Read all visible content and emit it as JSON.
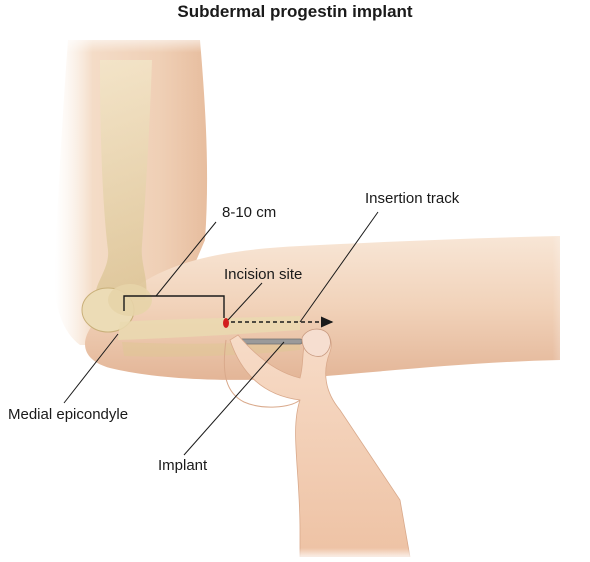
{
  "title": "Subdermal progestin implant",
  "labels": {
    "distance": "8-10 cm",
    "insertion_track": "Insertion track",
    "incision_site": "Incision site",
    "medial_epicondyle": "Medial epicondyle",
    "implant": "Implant"
  },
  "colors": {
    "skin_light": "#f6e4d4",
    "skin_mid": "#efcbb0",
    "skin_shadow": "#dfa98a",
    "bone": "#e9d9b4",
    "bone_shadow": "#c9b07a",
    "incision": "#d21e1e",
    "implant": "#9a9a9a",
    "leader": "#1a1a1a"
  }
}
